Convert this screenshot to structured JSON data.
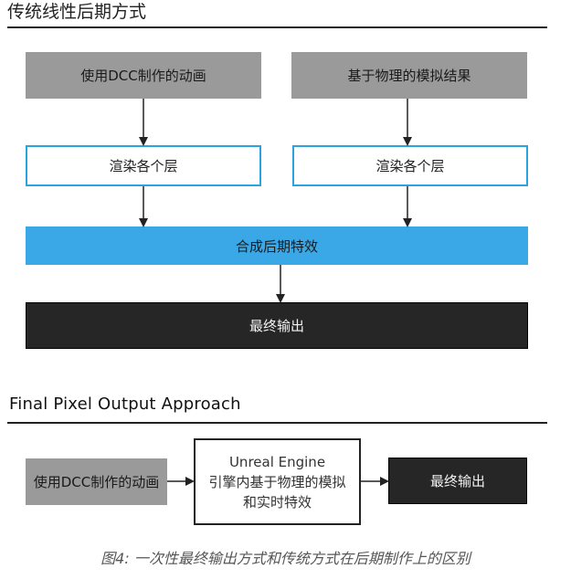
{
  "section1": {
    "title": "传统线性后期方式",
    "left_source": "使用DCC制作的动画",
    "right_source": "基于物理的模拟结果",
    "left_render": "渲染各个层",
    "right_render": "渲染各个层",
    "composite": "合成后期特效",
    "final": "最终输出"
  },
  "section2": {
    "title": "Final Pixel Output Approach",
    "source": "使用DCC制作的动画",
    "engine_line1": "Unreal Engine",
    "engine_line2": "引擎内基于物理的模拟",
    "engine_line3": "和实时特效",
    "final": "最终输出"
  },
  "caption": "图4: 一次性最终输出方式和传统方式在后期制作上的区别",
  "colors": {
    "gray_box": "#9a9a9a",
    "blue_outline": "#2aa3e0",
    "blue_fill": "#3aa7e6",
    "dark_box": "#262626"
  }
}
